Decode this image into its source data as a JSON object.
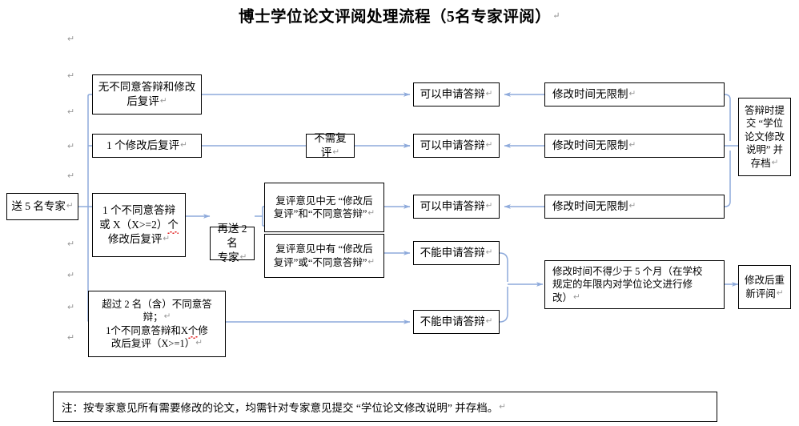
{
  "page": {
    "title": "博士学位论文评阅处理流程（5名专家评阅）",
    "pilcrow": "↵",
    "accent_line_color": "#8eaadb",
    "border_color": "#000000",
    "background": "#ffffff",
    "squiggle_color": "#e01b1b"
  },
  "nodes": {
    "start": {
      "label": "送 5 名专家"
    },
    "branch_a": {
      "label": "无不同意答辩和修改后复评"
    },
    "branch_b": {
      "label": "1 个修改后复评"
    },
    "branch_c": {
      "line1": "1 个不同意答辩",
      "line2_pre": "或 X（X>=2）",
      "line2_marked": "个",
      "line3": "修改后复评"
    },
    "branch_d": {
      "line1": "超过 2 名（含）不同意答",
      "line2": "辩；",
      "line3_pre": "1个不同意答辩和X",
      "line3_marked": "个",
      "line3_post": "修",
      "line4": "改后复评（X>=1）"
    },
    "resend": {
      "line1": "再送 2 名",
      "line2": "专家"
    },
    "no_review": {
      "label": "不需复评"
    },
    "recheck_none": {
      "line1": "复评意见中无 “修改后",
      "line2": "复评”和“不同意答辩”"
    },
    "recheck_some": {
      "line1": "复评意见中有 “修改后",
      "line2": "复评”或“不同意答辩”"
    },
    "may_defend_1": {
      "label": "可以申请答辩"
    },
    "may_defend_2": {
      "label": "可以申请答辩"
    },
    "may_defend_3": {
      "label": "可以申请答辩"
    },
    "cannot_defend_1": {
      "label": "不能申请答辩"
    },
    "cannot_defend_2": {
      "label": "不能申请答辩"
    },
    "unlimited_1": {
      "label": "修改时间无限制"
    },
    "unlimited_2": {
      "label": "修改时间无限制"
    },
    "unlimited_3": {
      "label": "修改时间无限制"
    },
    "five_months": {
      "line1": "修改时间不得少于 5 个月（在学校",
      "line2": "规定的年限内对学位论文进行修",
      "line3": "改）"
    },
    "submit_statement": {
      "line1": "答辩时提",
      "line2": "交 “学位",
      "line3": "论文修改",
      "line4": "说明” 并",
      "line5": "存档"
    },
    "re_review": {
      "line1": "修改后重",
      "line2": "新评阅"
    }
  },
  "note": {
    "text": "注：按专家意见所有需要修改的论文，均需针对专家意见提交 “学位论文修改说明” 并存档。"
  },
  "margin_marks": {
    "count": 9
  }
}
